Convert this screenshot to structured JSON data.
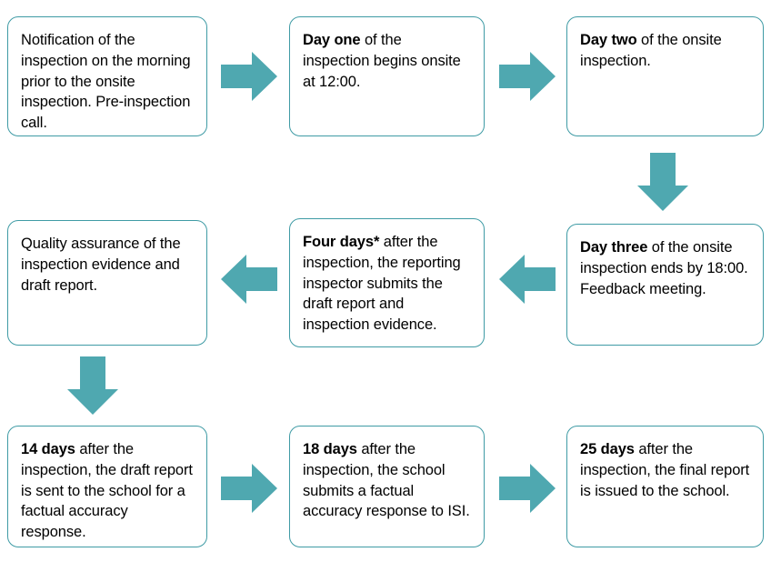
{
  "diagram": {
    "title": "ISI inspection process timeline flowchart",
    "accent_color": "#4FA8B0",
    "box_border_color": "#3F9BA5",
    "box_fill_color": "#FFFFFF",
    "text_color": "#000000"
  },
  "nodes": [
    {
      "id": "notification",
      "lead": "",
      "body": "Notification of the inspection on the morning prior to the onsite inspection. Pre-inspection call."
    },
    {
      "id": "day-one",
      "lead": "Day one",
      "body": " of the inspection begins onsite at 12:00."
    },
    {
      "id": "day-two",
      "lead": "Day two",
      "body": " of the onsite inspection."
    },
    {
      "id": "day-three",
      "lead": "Day three",
      "body": " of the onsite inspection ends by 18:00. Feedback meeting."
    },
    {
      "id": "four-days",
      "lead": "Four days*",
      "body": " after the inspection, the reporting inspector submits the draft report and inspection evidence."
    },
    {
      "id": "quality-assurance",
      "lead": "",
      "body": "Quality assurance of the inspection evidence and draft report."
    },
    {
      "id": "fourteen-days",
      "lead": "14 days",
      "body": " after the inspection, the draft report is sent to the school for a factual accuracy response."
    },
    {
      "id": "eighteen-days",
      "lead": "18 days",
      "body": " after the inspection, the school submits a factual accuracy response to ISI."
    },
    {
      "id": "twenty-five-days",
      "lead": "25 days",
      "body": " after the inspection, the final report is issued to the school."
    }
  ],
  "arrows": [
    {
      "id": "notification-to-day-one",
      "direction": "right"
    },
    {
      "id": "day-one-to-day-two",
      "direction": "right"
    },
    {
      "id": "day-two-to-day-three",
      "direction": "down"
    },
    {
      "id": "day-three-to-four-days",
      "direction": "left"
    },
    {
      "id": "four-days-to-quality-assurance",
      "direction": "left"
    },
    {
      "id": "quality-assurance-to-14-days",
      "direction": "down"
    },
    {
      "id": "fourteen-to-eighteen-days",
      "direction": "right"
    },
    {
      "id": "eighteen-to-twenty-five-days",
      "direction": "right"
    }
  ]
}
